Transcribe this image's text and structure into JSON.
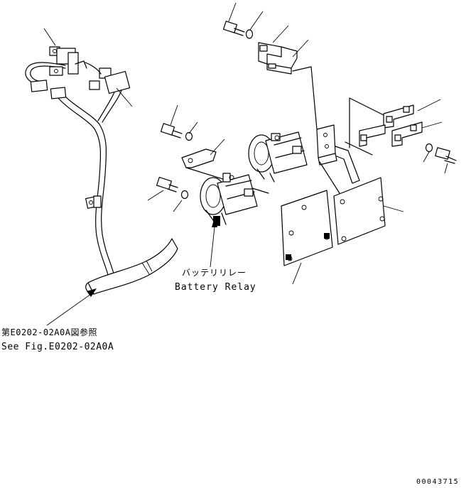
{
  "labels": {
    "battery_relay_jp": "バッテリリレー",
    "battery_relay_en": "Battery Relay",
    "see_fig_jp": "第E0202-02A0A図参照",
    "see_fig_en": "See Fig.E0202-02A0A",
    "drawing_number": "00043715"
  }
}
